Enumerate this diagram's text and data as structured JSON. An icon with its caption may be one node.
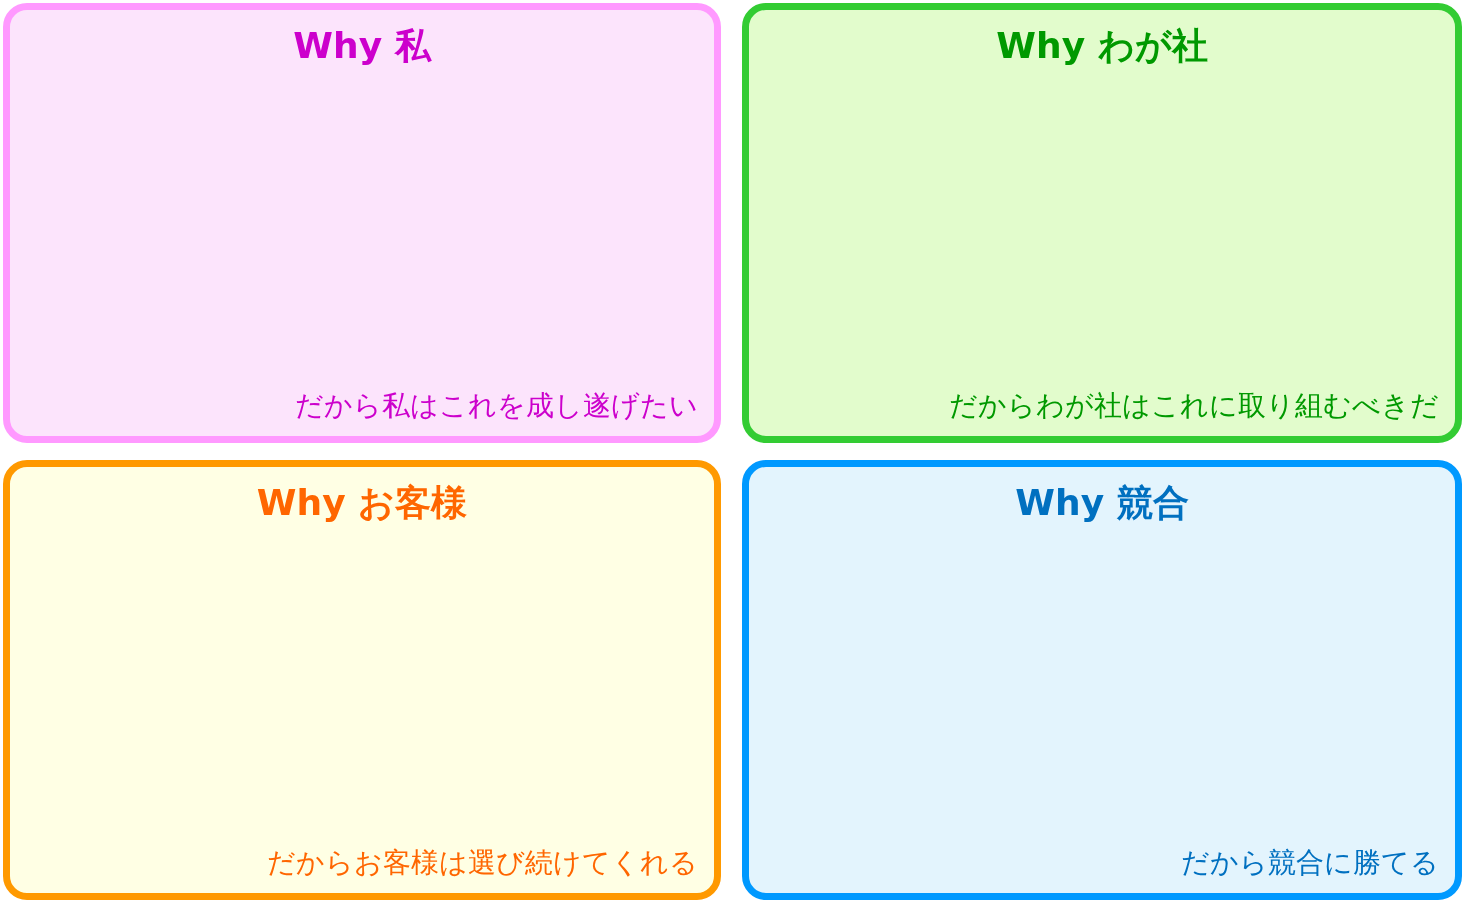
{
  "diagram": {
    "nodes": [
      {
        "text": [
          "Why 私",
          "だから私はこれを成し遂げたい"
        ]
      },
      {
        "text": [
          "Why わが社",
          "だからわが社はこれに取り組むべきだ"
        ]
      },
      {
        "text": [
          "Why お客様",
          "だからお客様は選び続けてくれる"
        ]
      },
      {
        "text": [
          "Why 競合",
          "だから競合に勝てる"
        ]
      }
    ]
  }
}
